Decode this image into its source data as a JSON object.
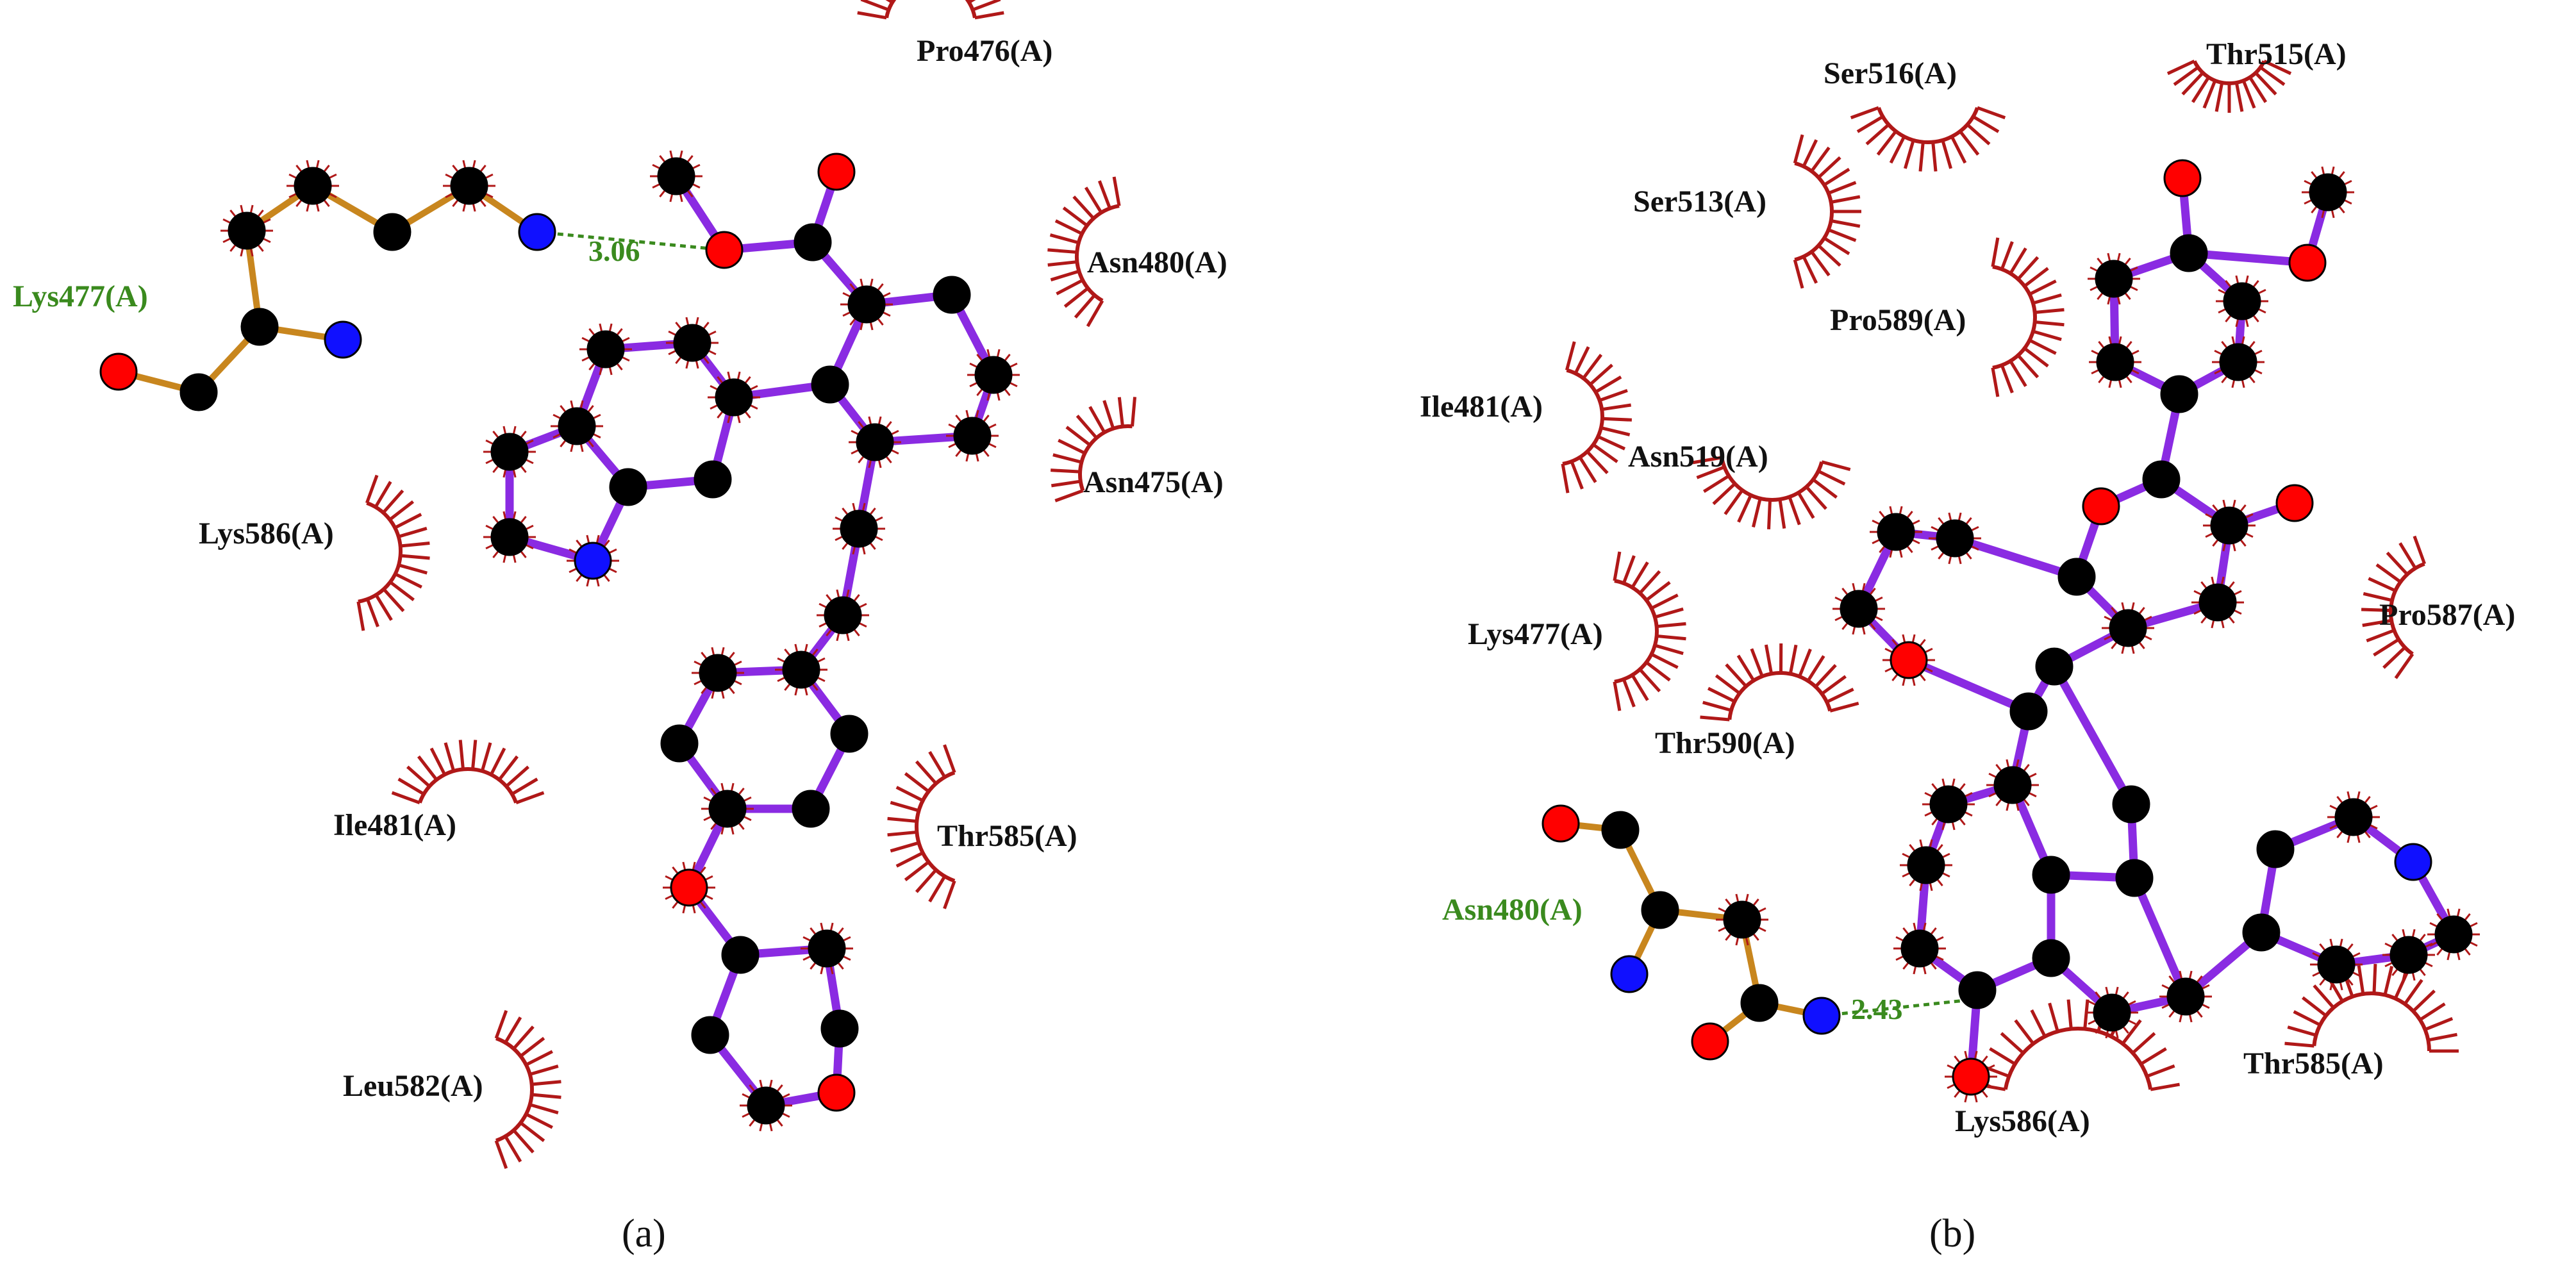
{
  "colors": {
    "ligand_bond": "#8a2be2",
    "residue_bond": "#c8861e",
    "carbon": "#000000",
    "oxygen": "#ff0000",
    "nitrogen": "#1010ff",
    "hydrophobic_arc": "#b01818",
    "hydrogen_bond": "#3a8a1e",
    "label_text": "#111111"
  },
  "panels": [
    {
      "caption": "(a)",
      "hbond_residue": {
        "label": "Lys477(A)"
      },
      "hbond": {
        "distance": "3.06"
      },
      "hydrophobic_residues": [
        {
          "label": "Pro476(A)"
        },
        {
          "label": "Asn480(A)"
        },
        {
          "label": "Asn475(A)"
        },
        {
          "label": "Lys586(A)"
        },
        {
          "label": "Ile481(A)"
        },
        {
          "label": "Thr585(A)"
        },
        {
          "label": "Leu582(A)"
        }
      ]
    },
    {
      "caption": "(b)",
      "hbond_residue": {
        "label": "Asn480(A)"
      },
      "hbond": {
        "distance": "2.43"
      },
      "hydrophobic_residues": [
        {
          "label": "Ser516(A)"
        },
        {
          "label": "Thr515(A)"
        },
        {
          "label": "Ser513(A)"
        },
        {
          "label": "Pro589(A)"
        },
        {
          "label": "Ile481(A)"
        },
        {
          "label": "Asn519(A)"
        },
        {
          "label": "Pro587(A)"
        },
        {
          "label": "Lys477(A)"
        },
        {
          "label": "Thr590(A)"
        },
        {
          "label": "Thr585(A)"
        },
        {
          "label": "Lys586(A)"
        }
      ]
    }
  ]
}
